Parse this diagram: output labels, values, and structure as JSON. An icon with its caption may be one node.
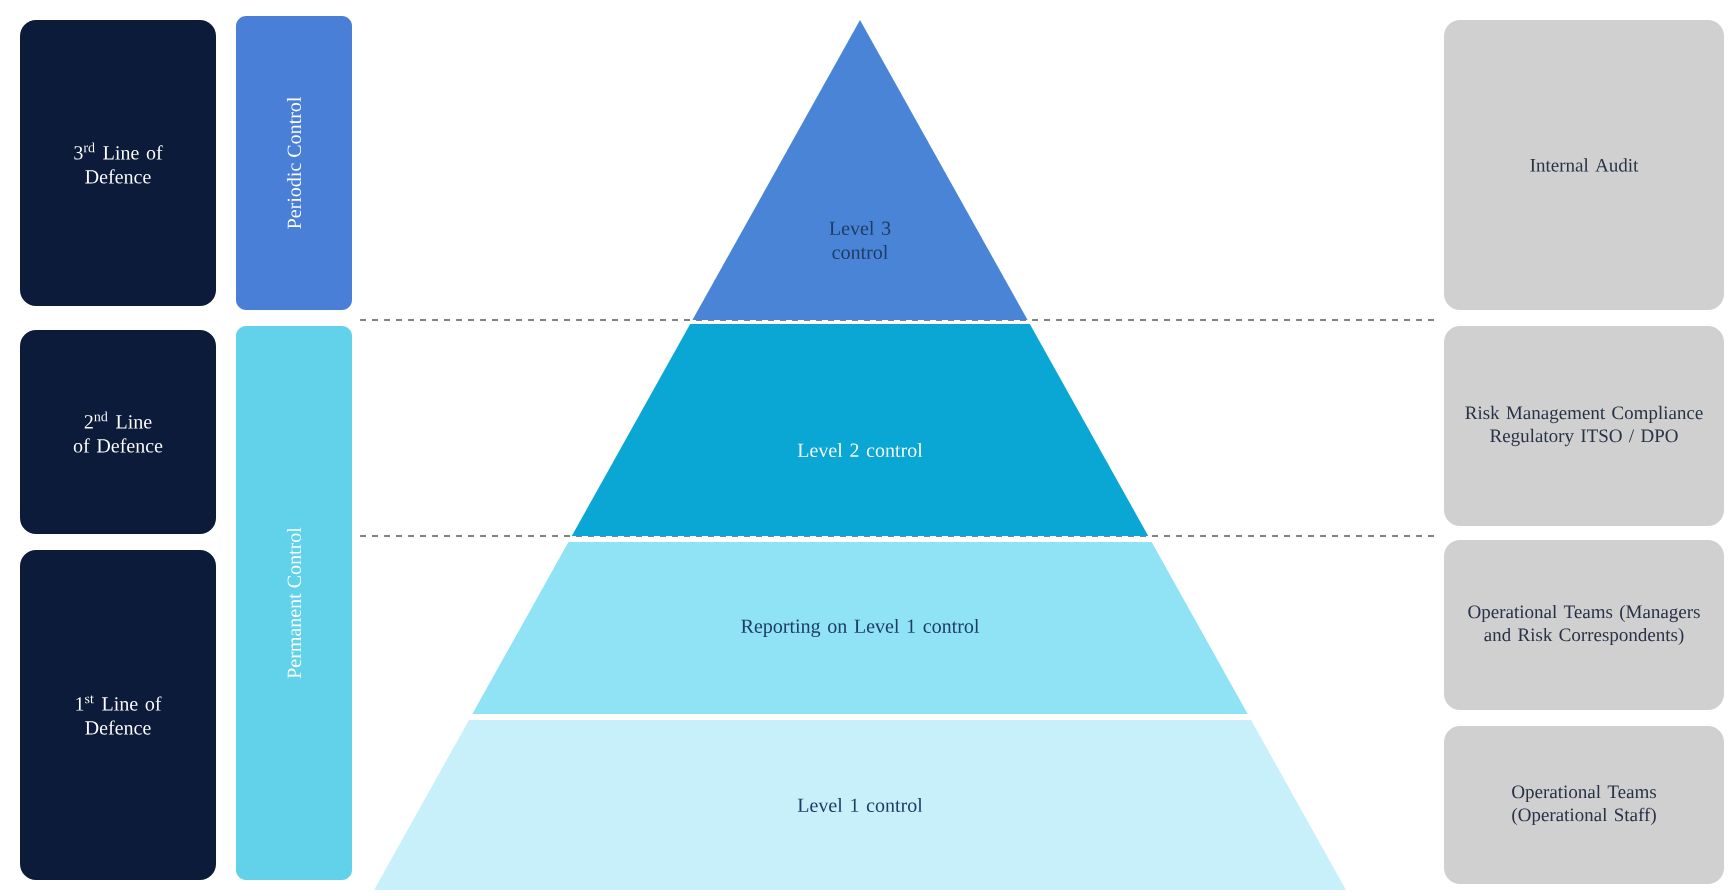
{
  "diagram": {
    "nodes": [
      {
        "text": [
          "3$^{rd}$ Line of Defence"
        ]
      },
      {
        "text": [
          "2$^{nd}$ Line of Defence"
        ]
      },
      {
        "text": [
          "1$^{st}$ Line of Defence"
        ]
      },
      {
        "text": [
          "Periodic Control"
        ]
      },
      {
        "text": [
          "Permanent Control"
        ]
      },
      {
        "text": [
          "Level 3 control"
        ]
      },
      {
        "text": [
          "Level 2 control"
        ]
      },
      {
        "text": [
          "Reporting on Level 1 control"
        ]
      },
      {
        "text": [
          "Level 1 control"
        ]
      },
      {
        "text": [
          "Internal Audit"
        ]
      },
      {
        "text": [
          "Risk Management Compliance Regulatory ITSO / DPO"
        ]
      },
      {
        "text": [
          "Operational Teams (Managers and Risk Correspondents)"
        ]
      },
      {
        "text": [
          "Operational Teams (Operational Staff)"
        ]
      }
    ]
  }
}
